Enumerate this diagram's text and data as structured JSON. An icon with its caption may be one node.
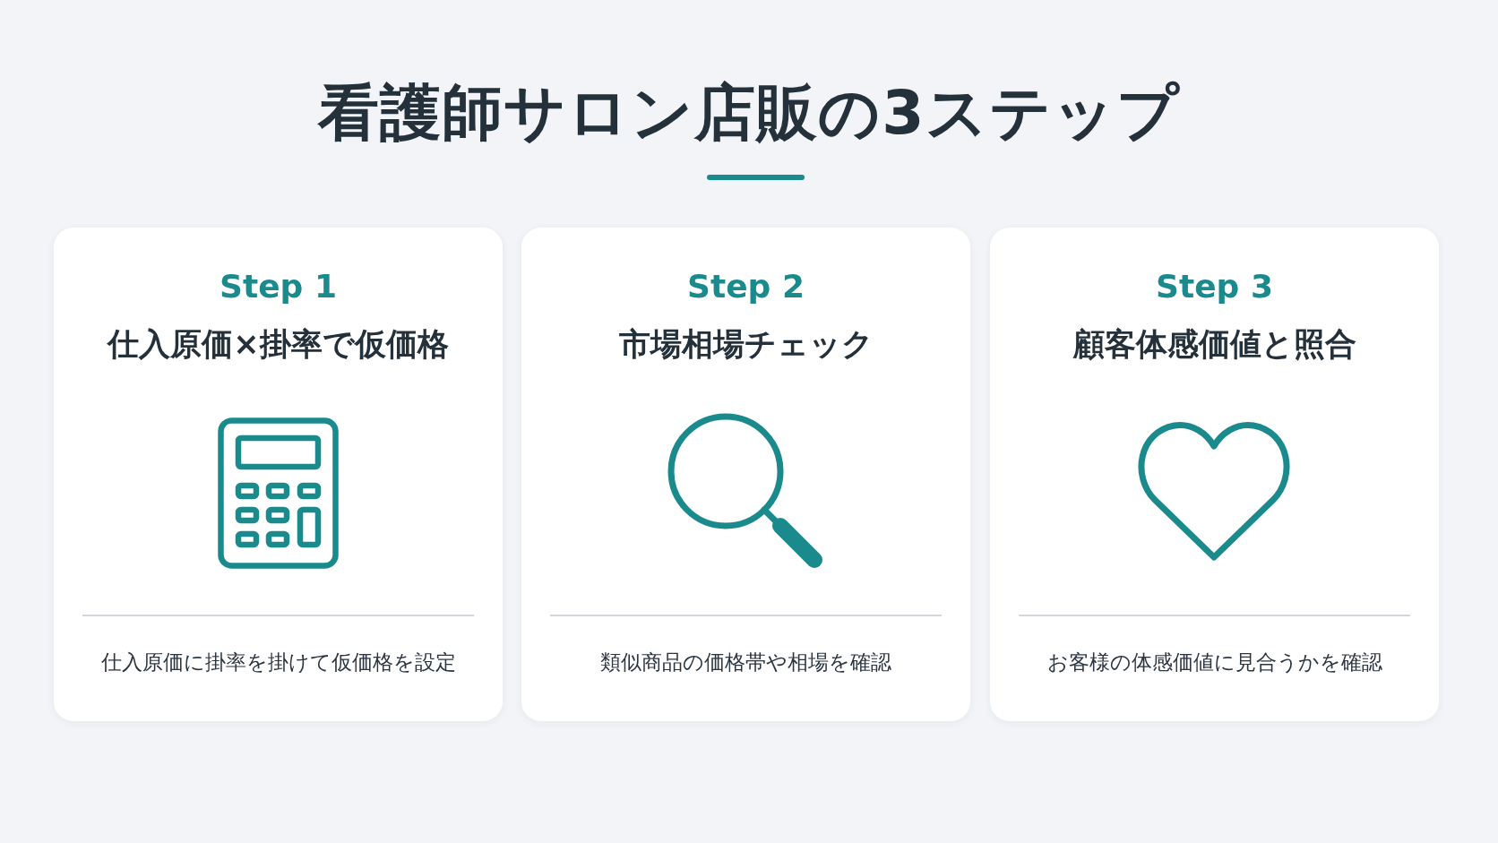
{
  "diagram": {
    "title": "看護師サロン店販の3ステップ",
    "nodes": [
      {
        "text": [
          "Step 1",
          "仕入原価×掛率で仮価格",
          "仕入原価に掛率を掛けて仮価格を設定"
        ]
      },
      {
        "text": [
          "Step 2",
          "市場相場チェック",
          "類似商品の価格帯や相場を確認"
        ]
      },
      {
        "text": [
          "Step 3",
          "顧客体感価値と照合",
          "お客様の体感価値に見合うかを確認"
        ]
      }
    ]
  }
}
